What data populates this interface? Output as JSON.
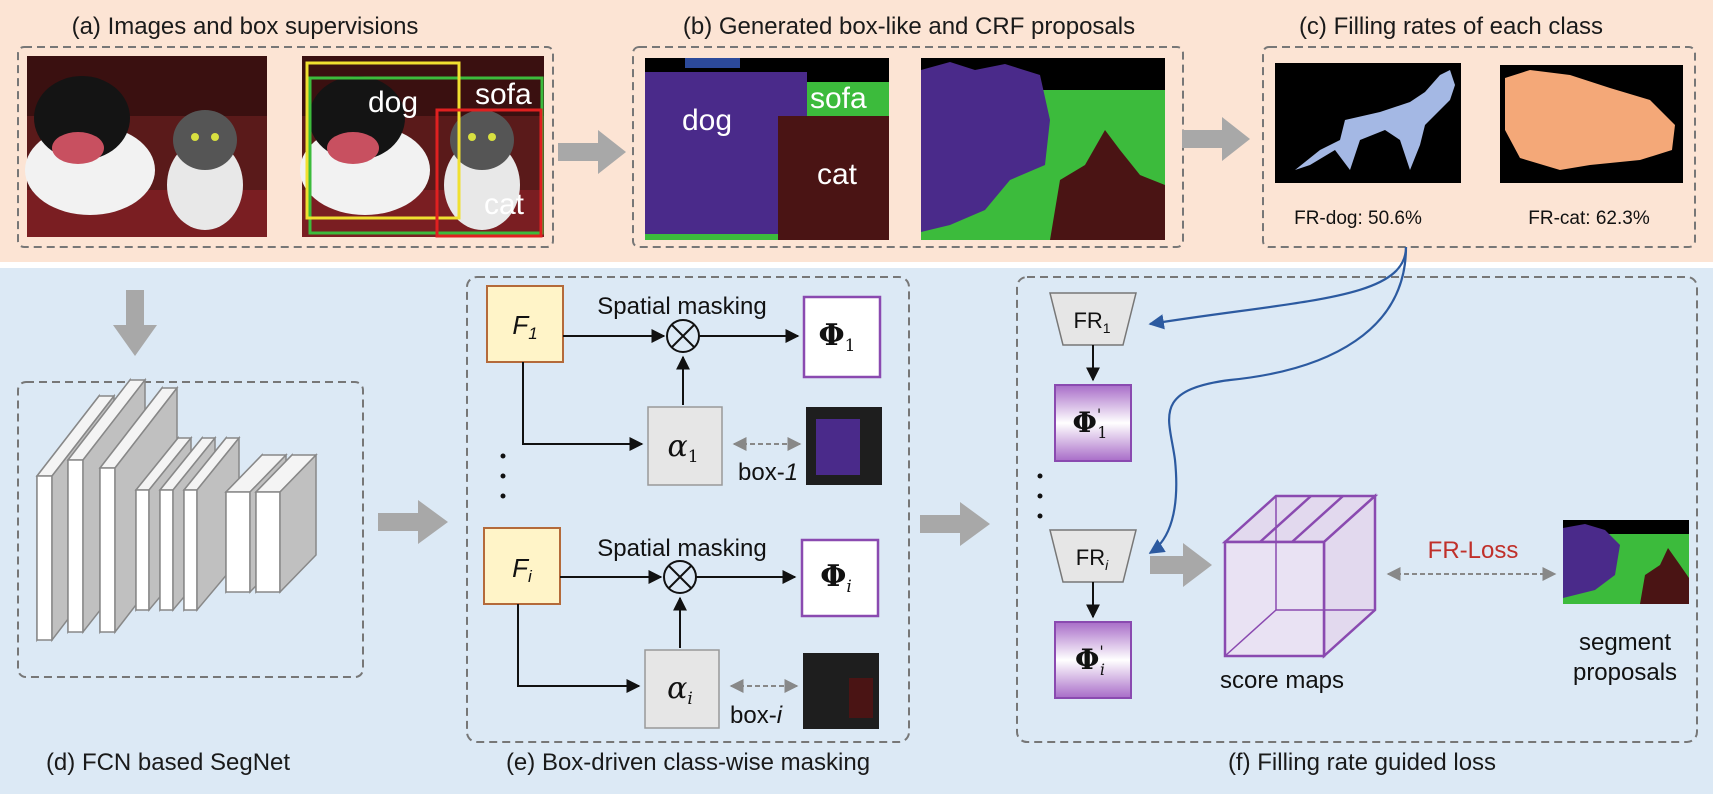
{
  "panels": {
    "a": {
      "title": "(a) Images and box supervisions",
      "box_labels": {
        "dog": "dog",
        "sofa": "sofa",
        "cat": "cat"
      }
    },
    "b": {
      "title": "(b) Generated box-like and CRF proposals",
      "region_labels": {
        "dog": "dog",
        "sofa": "sofa",
        "cat": "cat"
      }
    },
    "c": {
      "title": "(c) Filling rates of each class",
      "fr_dog": "FR-dog: 50.6%",
      "fr_cat": "FR-cat: 62.3%"
    },
    "d": {
      "caption": "(d) FCN based SegNet"
    },
    "e": {
      "caption": "(e) Box-driven class-wise masking",
      "spatial_masking_top": "Spatial masking",
      "spatial_masking_bottom": "Spatial masking",
      "f1": "F",
      "f1_sub": "1",
      "fi": "F",
      "fi_sub": "i",
      "phi": "Φ",
      "phi1_sub": "1",
      "phii_sub": "i",
      "alpha": "α",
      "alpha1_sub": "1",
      "alphai_sub": "i",
      "box1_prefix": "box-",
      "box1_suffix": "1",
      "boxi_prefix": "box-",
      "boxi_suffix": "i",
      "otimes": "⊗"
    },
    "f": {
      "caption": "(f) Filling rate guided loss",
      "fr": "FR",
      "fr1_sub": "1",
      "fri_sub": "i",
      "phi_prime": "Φ",
      "prime": "'",
      "score_maps": "score maps",
      "fr_loss": "FR-Loss",
      "segment_line1": "segment",
      "segment_line2": "proposals"
    }
  },
  "colors": {
    "top_band": "#fce4d4",
    "bottom_band": "#dce9f5",
    "dog_region": "#4a2a8a",
    "sofa_region": "#3cbb3c",
    "cat_region": "#4a1414",
    "fr_dog_fill": "#a4b8e4",
    "fr_cat_fill": "#f4a878",
    "feature_box": "#fff4c8",
    "phi_box_border": "#8a4ab0",
    "fr_loss": "#c0302a",
    "link_arrow": "#2c5aa0"
  }
}
